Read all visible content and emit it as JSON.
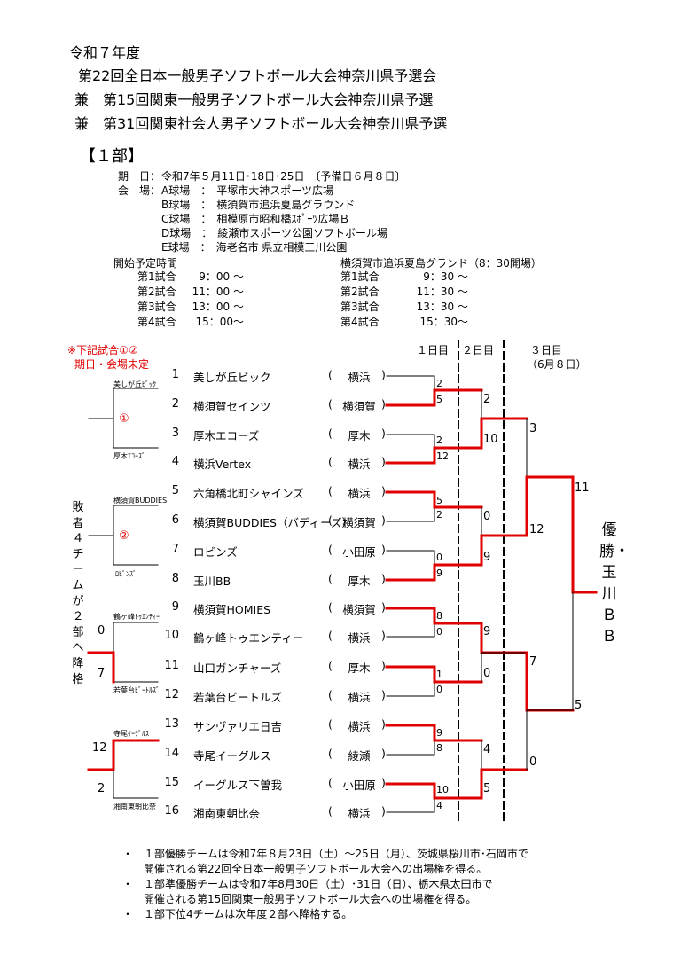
{
  "header": {
    "year": "令和７年度",
    "titles": [
      "第22回全日本一般男子ソフトボール大会神奈川県予選会",
      "兼　第15回関東一般男子ソフトボール大会神奈川県予選",
      "兼　第31回関東社会人男子ソフトボール大会神奈川県予選"
    ],
    "division": "【１部】"
  },
  "info": {
    "dates_label": "期　日：",
    "dates_value": "令和7年５月11日･18日･25日　〔予備日６月８日〕",
    "venue_label": "会　場：",
    "venues": [
      "A球場　：　平塚市大神スポーツ広場",
      "B球場　：　横須賀市追浜夏島グラウンド",
      "C球場　：　相模原市昭和橋ｽﾎﾟｰﾂ広場Ｂ",
      "D球場　：　綾瀬市スポーツ公園ソフトボール場",
      "E球場　：　海老名市 県立相模三川公園"
    ]
  },
  "schedule": {
    "left_title": "開始予定時間",
    "left_rows": [
      {
        "game": "第1試合",
        "time": "9：00 ～"
      },
      {
        "game": "第2試合",
        "time": "11：00 ～"
      },
      {
        "game": "第3試合",
        "time": "13：00 ～"
      },
      {
        "game": "第4試合",
        "time": "15：00～"
      }
    ],
    "right_title": "横須賀市追浜夏島グランド（8：30開場）",
    "right_rows": [
      {
        "game": "第1試合",
        "time": "9：30 ～"
      },
      {
        "game": "第2試合",
        "time": "11：30 ～"
      },
      {
        "game": "第3試合",
        "time": "13：30 ～"
      },
      {
        "game": "第4試合",
        "time": "15：30～"
      }
    ]
  },
  "bracket": {
    "note_line1": "※下記試合①②",
    "note_line2": "期日・会場未定",
    "day1": "１日目",
    "day2": "２日目",
    "day3": "３日目",
    "day3_date": "（6月８日）",
    "teams": [
      {
        "no": "1",
        "name": "美しが丘ビック",
        "area": "横浜"
      },
      {
        "no": "2",
        "name": "横須賀セインツ",
        "area": "横須賀"
      },
      {
        "no": "3",
        "name": "厚木エコーズ",
        "area": "厚木"
      },
      {
        "no": "4",
        "name": "横浜Vertex",
        "area": "横浜"
      },
      {
        "no": "5",
        "name": "六角橋北町シャインズ",
        "area": "横浜"
      },
      {
        "no": "6",
        "name": "横須賀BUDDIES（バディーズ）",
        "area": "横須賀"
      },
      {
        "no": "7",
        "name": "ロビンズ",
        "area": "小田原"
      },
      {
        "no": "8",
        "name": "玉川BB",
        "area": "厚木"
      },
      {
        "no": "9",
        "name": "横須賀HOMIES",
        "area": "横須賀"
      },
      {
        "no": "10",
        "name": "鶴ヶ峰トゥエンティー",
        "area": "横浜"
      },
      {
        "no": "11",
        "name": "山口ガンチャーズ",
        "area": "厚木"
      },
      {
        "no": "12",
        "name": "若葉台ビートルズ",
        "area": "横浜"
      },
      {
        "no": "13",
        "name": "サンヴァリエ日吉",
        "area": "横浜"
      },
      {
        "no": "14",
        "name": "寺尾イーグルス",
        "area": "綾瀬"
      },
      {
        "no": "15",
        "name": "イーグルス下曽我",
        "area": "小田原"
      },
      {
        "no": "16",
        "name": "湘南東朝比奈",
        "area": "横浜"
      }
    ],
    "r1_scores": [
      "2",
      "5",
      "2",
      "12",
      "5",
      "2",
      "0",
      "9",
      "8",
      "0",
      "1",
      "0",
      "9",
      "8",
      "10",
      "4"
    ],
    "r2_scores": [
      "2",
      "10",
      "0",
      "9",
      "9",
      "0",
      "4",
      "5"
    ],
    "r3_scores": [
      "3",
      "12",
      "7",
      "0"
    ],
    "final_scores": [
      "11",
      "5"
    ],
    "champion": "優勝・玉川ＢＢ",
    "relegation_text": "敗者４チームが２部へ降格",
    "playoff1": {
      "top": "美しが丘ﾋﾞｯｸ",
      "bottom": "厚木ｴｺｰｽﾞ",
      "mark": "①"
    },
    "playoff2": {
      "top": "横須賀BUDDIES",
      "bottom": "ﾛﾋﾞﾝｽﾞ",
      "mark": "②"
    },
    "playoff3": {
      "top": "鶴ヶ峰ﾄｩｴﾝﾃｨｰ",
      "bottom": "若葉台ﾋﾞｰﾄﾙｽﾞ",
      "score_top": "0",
      "score_bottom": "7"
    },
    "playoff4": {
      "top": "寺尾ｲｰｸﾞﾙｽ",
      "bottom": "湘南東朝比奈",
      "score_top": "12",
      "score_bottom": "2"
    }
  },
  "notes": [
    "・　１部優勝チームは令和7年８月23日（土）～25日（月）、茨城県桜川市･石岡市で",
    "　　開催される第22回全日本一般男子ソフトボール大会への出場権を得る。",
    "・　１部準優勝チームは令和7年8月30日（土）･31日（日）、栃木県太田市で",
    "　　開催される第15回関東一般男子ソフトボール大会への出場権を得る。",
    "・　１部下位4チームは次年度２部へ降格する。"
  ]
}
